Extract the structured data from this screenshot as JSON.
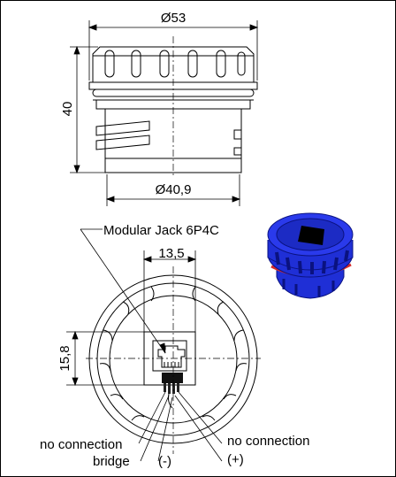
{
  "dimensions": {
    "outer_diameter": "Ø53",
    "height": "40",
    "thread_diameter": "Ø40,9",
    "jack_width": "13,5",
    "jack_height": "15,8"
  },
  "labels": {
    "jack_type": "Modular Jack 6P4C",
    "no_connection_left": "no connection",
    "bridge": "bridge",
    "minus": "(-)",
    "no_connection_right": "no connection",
    "plus": "(+)"
  },
  "colors": {
    "line": "#000000",
    "render_body": "#1f2fd6",
    "render_dark": "#0a1280",
    "render_seal": "#d62a2a"
  }
}
